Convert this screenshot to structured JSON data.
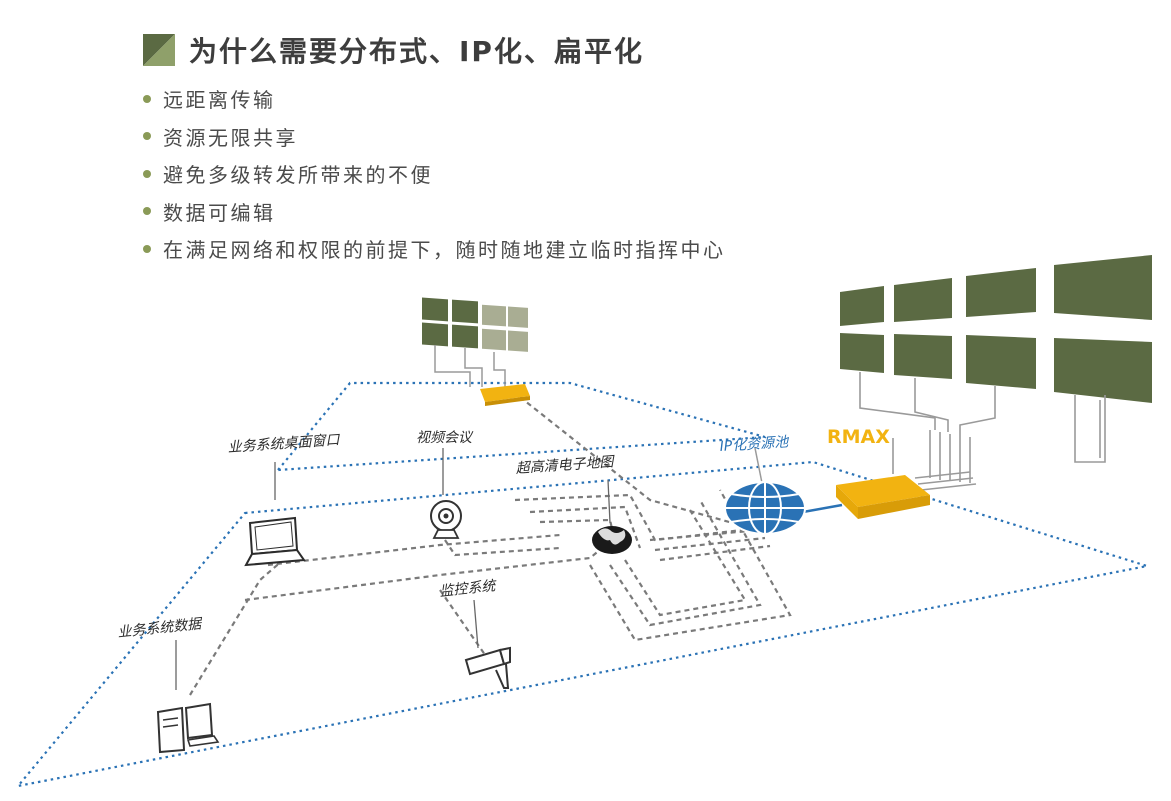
{
  "title": "为什么需要分布式、IP化、扁平化",
  "bullets": [
    "远距离传输",
    "资源无限共享",
    "避免多级转发所带来的不便",
    "数据可编辑",
    "在满足网络和权限的前提下，随时随地建立临时指挥中心"
  ],
  "labels": {
    "desktop_window": "业务系统桌面窗口",
    "video_conf": "视频会议",
    "hd_map": "超高清电子地图",
    "ip_pool": "IP化资源池",
    "rmax": "RMAX",
    "monitor": "监控系统",
    "business_data": "业务系统数据"
  },
  "colors": {
    "screen_dark": "#5b6a43",
    "screen_light": "#a9ad93",
    "accent_yellow": "#f2b311",
    "network_blue": "#2a72b5",
    "bullet_dot": "#8a9a57"
  }
}
